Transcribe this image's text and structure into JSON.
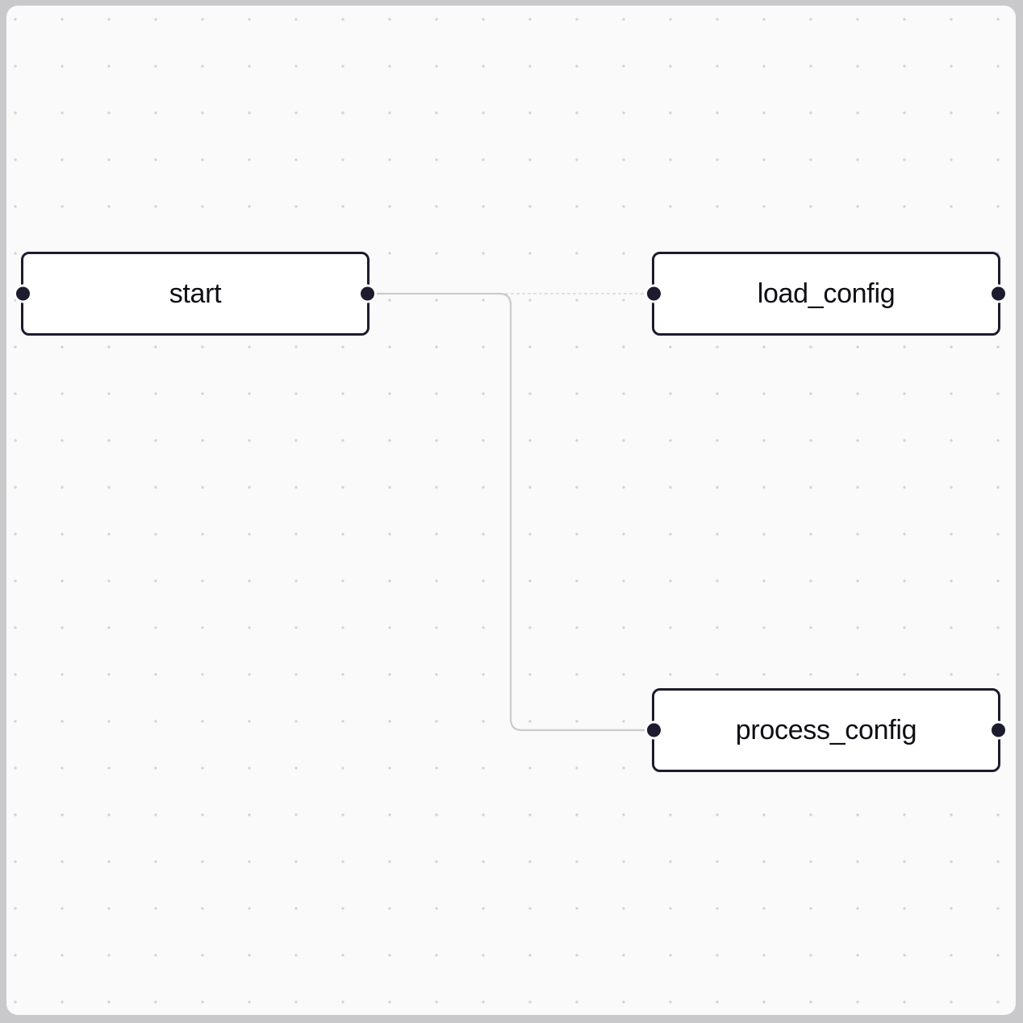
{
  "graph": {
    "nodes": [
      {
        "id": "start",
        "label": "start"
      },
      {
        "id": "load_config",
        "label": "load_config"
      },
      {
        "id": "process_config",
        "label": "process_config"
      }
    ],
    "edges": [
      {
        "source": "start",
        "target": "load_config",
        "style": "dashed-light"
      },
      {
        "source": "start",
        "target": "process_config",
        "style": "solid-light"
      }
    ]
  },
  "colors": {
    "window_frame": "#c9c9cb",
    "canvas_background": "#fafafa",
    "grid_dot": "#d4d4d6",
    "node_background": "#ffffff",
    "node_border": "#1d1b2e",
    "node_label": "#0e0e14",
    "handle": "#1d1b2e",
    "edge_dashed": "#d7d7da",
    "edge_solid": "#cbcbcf"
  }
}
